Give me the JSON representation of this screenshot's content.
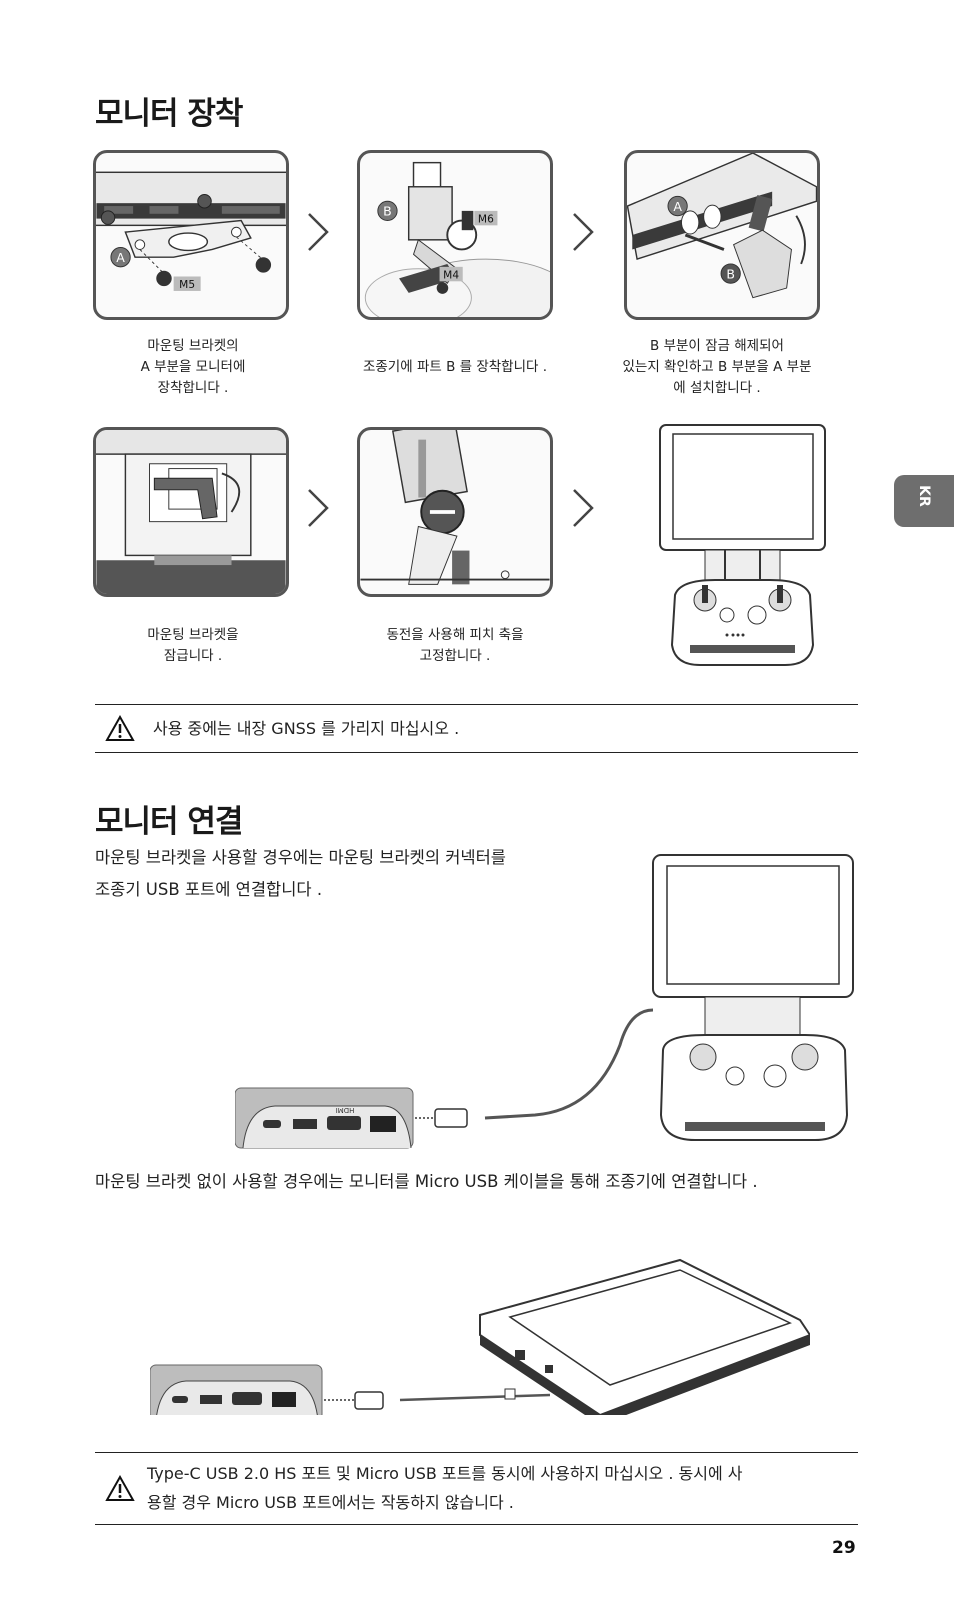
{
  "section_mount": {
    "title": "모니터 장착",
    "steps": [
      {
        "caption": "마운팅 브라켓의\nA 부분을 모니터에\n장착합니다 .",
        "labels": [
          "A",
          "M5"
        ]
      },
      {
        "caption": "조종기에 파트 B 를 장착합니다 .",
        "labels": [
          "B",
          "M6",
          "M4"
        ]
      },
      {
        "caption": "B 부분이 잠금 해제되어\n있는지 확인하고 B 부분을 A 부분\n에 설치합니다 .",
        "labels": [
          "A",
          "B"
        ]
      },
      {
        "caption": "마운팅 브라켓을\n잠급니다 ."
      },
      {
        "caption": "동전을 사용해 피치 축을\n고정합니다 ."
      }
    ],
    "warning": "사용 중에는 내장 GNSS 를 가리지 마십시오 ."
  },
  "section_connect": {
    "title": "모니터 연결",
    "intro": "마운팅 브라켓을 사용할 경우에는 마운팅 브라켓의 커넥터를\n조종기 USB 포트에 연결합니다 .",
    "port_label": "HDMI",
    "alt_text": "마운팅 브라켓 없이 사용할 경우에는 모니터를 Micro USB 케이블을 통해 조종기에 연결합니다 .",
    "warning": "Type-C USB 2.0 HS 포트 및 Micro USB 포트를 동시에 사용하지 마십시오 . 동시에 사\n용할 경우 Micro USB 포트에서는 작동하지 않습니다 ."
  },
  "side_tab": "KR",
  "page_number": "29"
}
